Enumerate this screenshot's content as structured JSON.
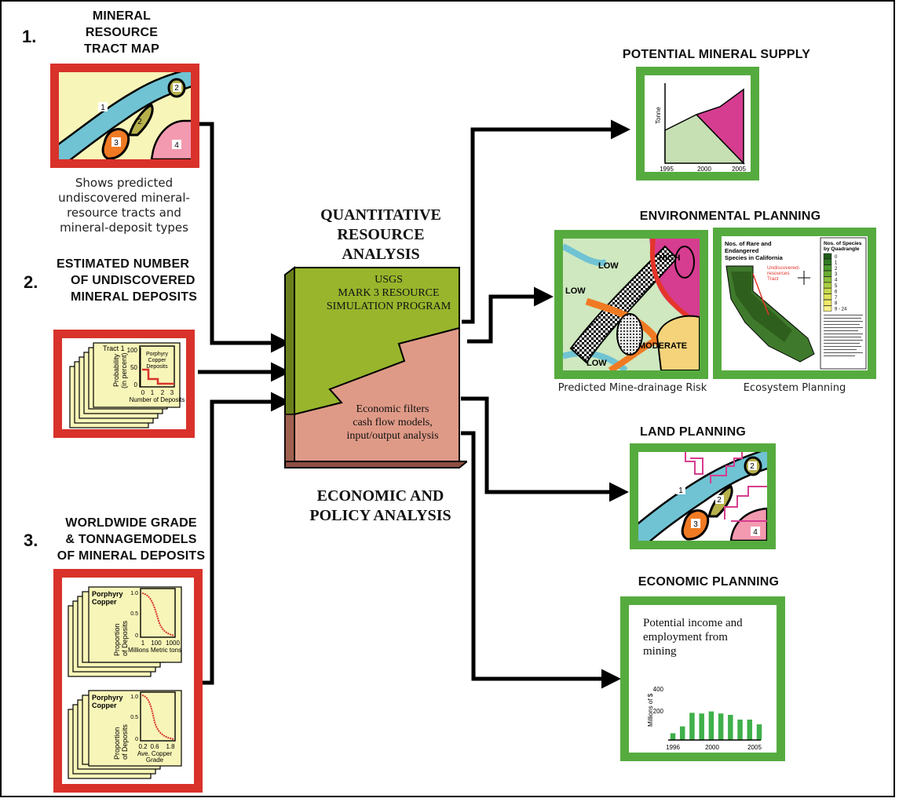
{
  "inputs": {
    "tract_map": {
      "number": "1.",
      "title": [
        "MINERAL",
        "RESOURCE",
        "TRACT MAP"
      ],
      "labels": [
        "1",
        "2",
        "2",
        "3",
        "4"
      ],
      "caption": [
        "Shows predicted",
        "undiscovered mineral-",
        "resource tracts and",
        "mineral-deposit types"
      ]
    },
    "estimated_deposits": {
      "number": "2.",
      "title": [
        "ESTIMATED NUMBER",
        "OF UNDISCOVERED",
        "MINERAL DEPOSITS"
      ],
      "card_tract": "Tract 1",
      "y_label": [
        "Probability",
        "(in percent)"
      ],
      "y_ticks": [
        "100",
        "50",
        "0"
      ],
      "x_ticks": [
        "0",
        "1",
        "2",
        "3"
      ],
      "x_label": "Number of Deposits",
      "inset_title": [
        "Porphyry",
        "Copper",
        "Deposits"
      ]
    },
    "grade_tonnage": {
      "number": "3.",
      "title": [
        "WORLDWIDE GRADE",
        "& TONNAGEMODELS",
        "OF MINERAL DEPOSITS"
      ],
      "card_title": [
        "Porphyry",
        "Copper"
      ],
      "y_label": [
        "Proportion",
        "of Deposits"
      ],
      "tonnage": {
        "y_ticks": [
          "1.0",
          "0.5",
          "0"
        ],
        "x_ticks": [
          "1",
          "100",
          "1000"
        ],
        "x_label": "Millions Metric tons"
      },
      "grade": {
        "y_ticks": [
          "1.0",
          "0.5",
          "0"
        ],
        "x_ticks": [
          "0.2",
          "0.6",
          "1.8"
        ],
        "x_label": [
          "Ave. Copper",
          "Grade"
        ]
      }
    }
  },
  "center": {
    "top_title": [
      "QUANTITATIVE",
      "RESOURCE",
      "ANALYSIS"
    ],
    "box_top": [
      "USGS",
      "MARK 3 RESOURCE",
      "SIMULATION PROGRAM"
    ],
    "box_bottom": [
      "Economic filters",
      "cash flow models,",
      "input/output analysis"
    ],
    "bottom_title": [
      "ECONOMIC AND",
      "POLICY ANALYSIS"
    ]
  },
  "outputs": {
    "mineral_supply": {
      "title": "POTENTIAL  MINERAL  SUPPLY",
      "y_label": "Tonne",
      "x_ticks": [
        "1995",
        "2000",
        "2005"
      ]
    },
    "environmental": {
      "title": "ENVIRONMENTAL  PLANNING",
      "risk_labels": [
        "LOW",
        "HIGH",
        "LOW",
        "LOW",
        "MODERATE"
      ],
      "risk_caption": "Predicted Mine-drainage Risk",
      "species_title": [
        "Nos. of Rare and",
        "Endangered",
        "Species in California"
      ],
      "legend_title": [
        "Nos. of Species",
        "by Quadrangle"
      ],
      "legend_values": [
        "0",
        "1",
        "2",
        "3",
        "4",
        "5",
        "6",
        "7",
        "8",
        "9 - 24"
      ],
      "tract_label": [
        "Undiscovered-",
        "resources",
        "Tract"
      ],
      "ecosystem_caption": "Ecosystem Planning"
    },
    "land": {
      "title": "LAND  PLANNING",
      "labels": [
        "1",
        "2",
        "2",
        "3",
        "4"
      ]
    },
    "economic": {
      "title": "ECONOMIC  PLANNING",
      "text": [
        "Potential income and",
        "employment from",
        "mining"
      ],
      "y_label": "Millions of $",
      "y_ticks": [
        "400",
        "200"
      ],
      "x_ticks": [
        "1996",
        "2000",
        "2005"
      ],
      "chart_data": {
        "type": "bar",
        "title": "",
        "xlabel": "",
        "ylabel": "Millions of $",
        "ylim": [
          0,
          450
        ],
        "categories": [
          "1996",
          "1997",
          "1998",
          "1999",
          "2000",
          "2001",
          "2002",
          "2003",
          "2004",
          "2005"
        ],
        "values": [
          50,
          100,
          200,
          195,
          210,
          195,
          185,
          150,
          150,
          115
        ]
      }
    }
  },
  "colors": {
    "red_frame": "#d8322a",
    "green_frame": "#56ab3f",
    "yellow_map": "#f8f5b8",
    "blue_band": "#6fc3d3",
    "olive_box": "#98b52c",
    "pink_box": "#df9a87",
    "magenta": "#d63d90",
    "orange": "#f07a23"
  }
}
